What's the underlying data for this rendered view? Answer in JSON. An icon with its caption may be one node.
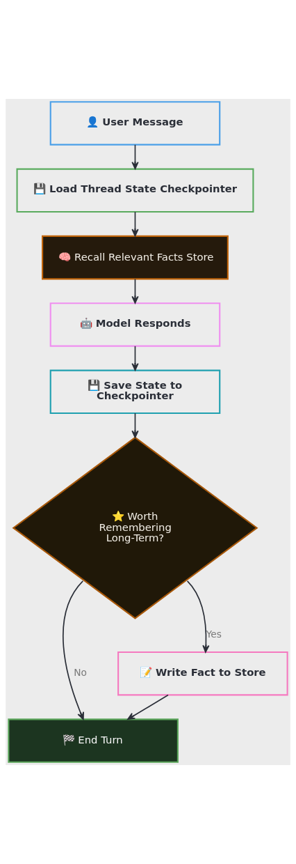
{
  "diagram": {
    "nodes": [
      {
        "text": [
          "👤 User Message"
        ]
      },
      {
        "text": [
          "💾 Load Thread State Checkpointer"
        ]
      },
      {
        "text": [
          "🧠 Recall Relevant Facts Store"
        ]
      },
      {
        "text": [
          "🤖 Model Responds"
        ]
      },
      {
        "text": [
          "💾 Save State to Checkpointer"
        ]
      },
      {
        "text": [
          "⭐ Worth Remembering Long-Term?"
        ]
      },
      {
        "text": [
          "📝 Write Fact to Store"
        ]
      },
      {
        "text": [
          "🏁 End Turn"
        ]
      }
    ],
    "edges": [
      {
        "from": 0,
        "to": 1,
        "arrow": "to"
      },
      {
        "from": 1,
        "to": 2,
        "arrow": "to"
      },
      {
        "from": 2,
        "to": 3,
        "arrow": "to"
      },
      {
        "from": 3,
        "to": 4,
        "arrow": "to"
      },
      {
        "from": 4,
        "to": 5,
        "arrow": "to"
      },
      {
        "from": 5,
        "to": 6,
        "arrow": "to",
        "label": "Yes"
      },
      {
        "from": 5,
        "to": 7,
        "arrow": "to",
        "label": "No"
      },
      {
        "from": 6,
        "to": 7,
        "arrow": "to"
      }
    ]
  }
}
